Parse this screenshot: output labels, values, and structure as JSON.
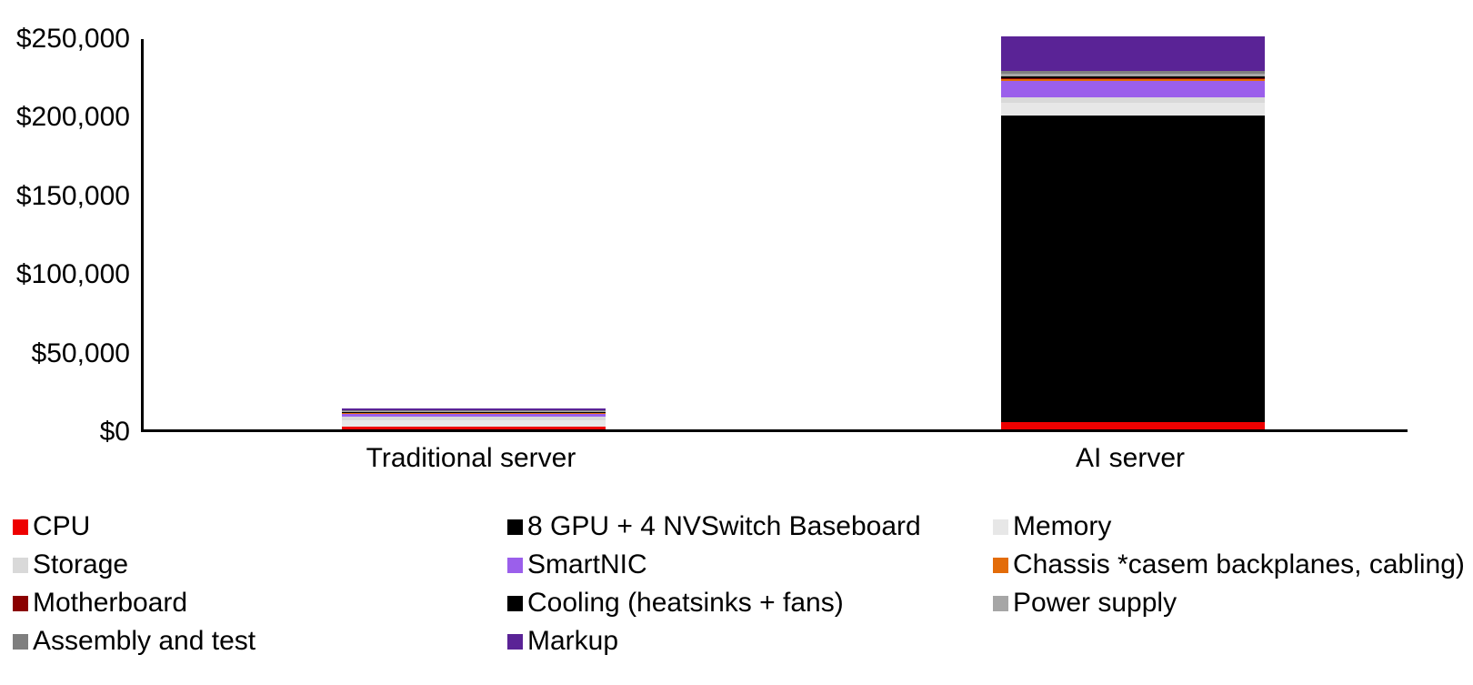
{
  "chart_data": {
    "type": "bar",
    "stacked": true,
    "title": "",
    "xlabel": "",
    "ylabel": "",
    "categories": [
      "Traditional server",
      "AI server"
    ],
    "series": [
      {
        "name": "CPU",
        "color": "#EE0000",
        "values": [
          1700,
          4600
        ]
      },
      {
        "name": "8 GPU + 4 NVSwitch Baseboard",
        "color": "#000000",
        "values": [
          0,
          195000
        ]
      },
      {
        "name": "Memory",
        "color": "#E7E7E7",
        "values": [
          4000,
          8000
        ]
      },
      {
        "name": "Storage",
        "color": "#D9D9D9",
        "values": [
          2500,
          3600
        ]
      },
      {
        "name": "SmartNIC",
        "color": "#9B5FEB",
        "values": [
          1600,
          10400
        ]
      },
      {
        "name": "Chassis *casem backplanes, cabling)",
        "color": "#E36C09",
        "values": [
          500,
          1200
        ]
      },
      {
        "name": "Motherboard",
        "color": "#8B0000",
        "values": [
          400,
          800
        ]
      },
      {
        "name": "Cooling (heatsinks + fans)",
        "color": "#000000",
        "values": [
          300,
          1000
        ]
      },
      {
        "name": "Power supply",
        "color": "#A6A6A6",
        "values": [
          500,
          1800
        ]
      },
      {
        "name": "Assembly and test",
        "color": "#7F7F7F",
        "values": [
          400,
          1700
        ]
      },
      {
        "name": "Markup",
        "color": "#5A2396",
        "values": [
          1700,
          21900
        ]
      }
    ],
    "totals": [
      13600,
      250000
    ],
    "ylim": [
      0,
      250000
    ],
    "yticks": [
      0,
      50000,
      100000,
      150000,
      200000,
      250000
    ],
    "ytick_labels": [
      "$0",
      "$50,000",
      "$100,000",
      "$150,000",
      "$200,000",
      "$250,000"
    ],
    "grid": false,
    "legend_position": "bottom",
    "axis_color": "#000000",
    "background_color": "#FFFFFF"
  }
}
